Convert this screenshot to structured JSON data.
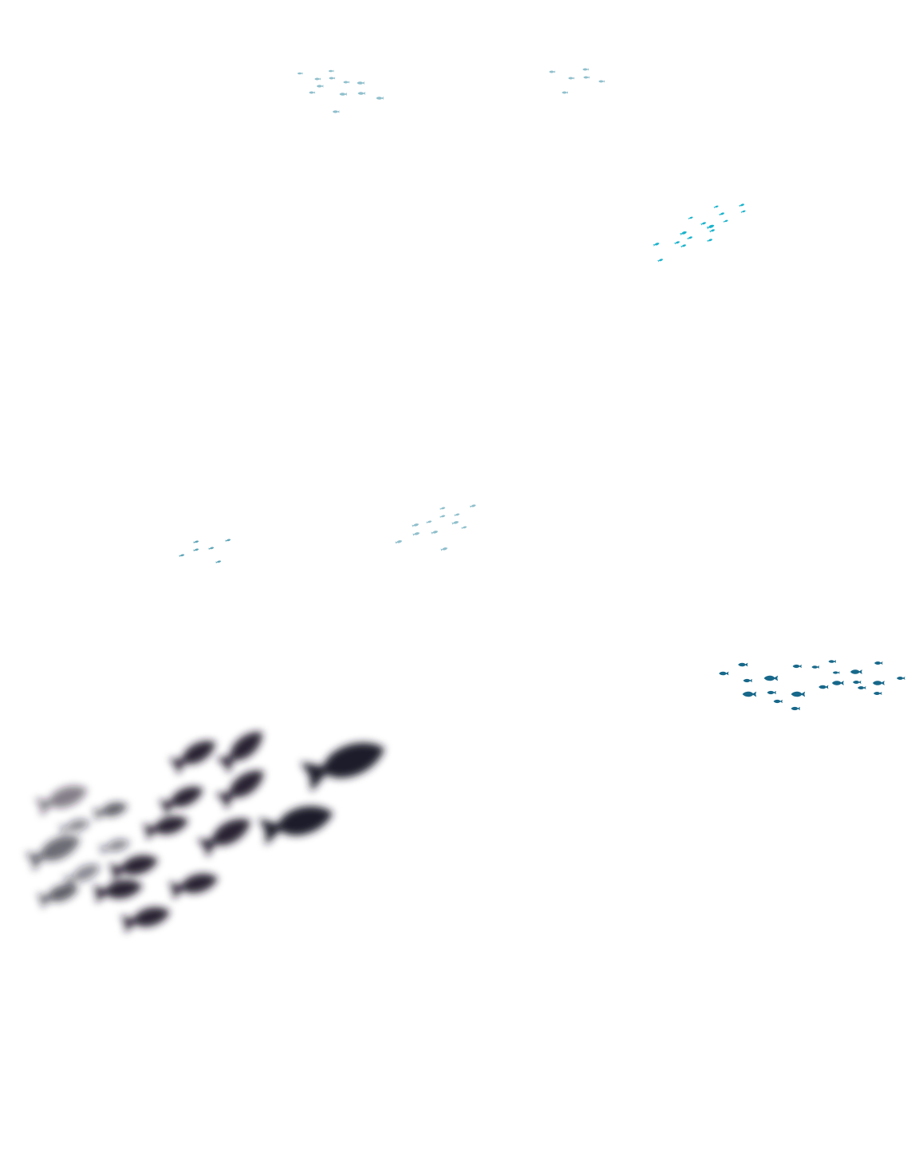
{
  "background": "#ffffff",
  "schools": [
    {
      "name": "pale-school-top-left",
      "color": "#8fbfcc",
      "blur": 0
    },
    {
      "name": "pale-school-top-right",
      "color": "#8fbfcc",
      "blur": 0
    },
    {
      "name": "cyan-school",
      "color": "#19b3cc",
      "blur": 0
    },
    {
      "name": "small-school-left",
      "color": "#5fa6b8",
      "blur": 0
    },
    {
      "name": "pale-school-middle",
      "color": "#8fbfcc",
      "blur": 0
    },
    {
      "name": "teal-school",
      "color": "#17688a",
      "blur": 0
    },
    {
      "name": "dark-blurred-school",
      "color": "#1c1a2a",
      "blur": 5
    }
  ]
}
